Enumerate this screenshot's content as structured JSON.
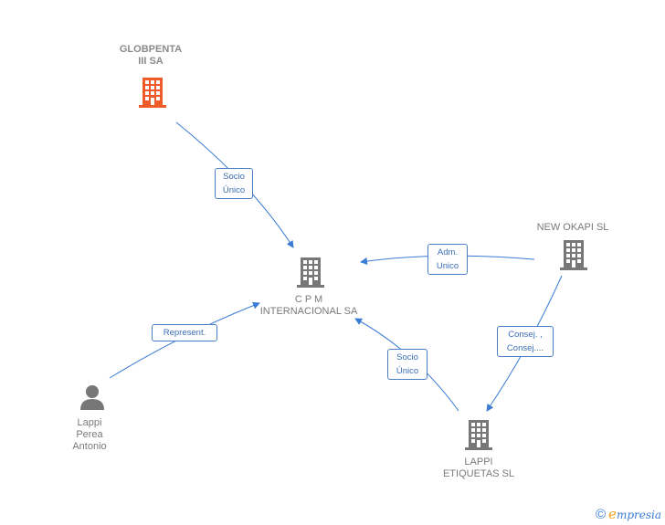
{
  "nodes": {
    "globpenta": {
      "label": "GLOBPENTA\nIII SA",
      "icon": "building-icon",
      "color": "#f05a28"
    },
    "cpm": {
      "label": "C P M\nINTERNACIONAL SA",
      "icon": "building-icon",
      "color": "#777777"
    },
    "newokapi": {
      "label": "NEW OKAPI SL",
      "icon": "building-icon",
      "color": "#777777"
    },
    "lappi_etiquetas": {
      "label": "LAPPI\nETIQUETAS  SL",
      "icon": "building-icon",
      "color": "#777777"
    },
    "lappi_person": {
      "label": "Lappi\nPerea\nAntonio",
      "icon": "person-icon",
      "color": "#777777"
    }
  },
  "edges": {
    "globpenta_cpm": "Socio\nÚnico",
    "newokapi_cpm": "Adm.\nUnico",
    "person_cpm": "Represent.",
    "etiquetas_cpm": "Socio\nÚnico",
    "newokapi_etiquetas": "Consej. ,\nConsej...."
  },
  "edge_color": "#3a7bd5",
  "brand": {
    "copyright": "©",
    "e": "e",
    "word": "mpresia"
  }
}
